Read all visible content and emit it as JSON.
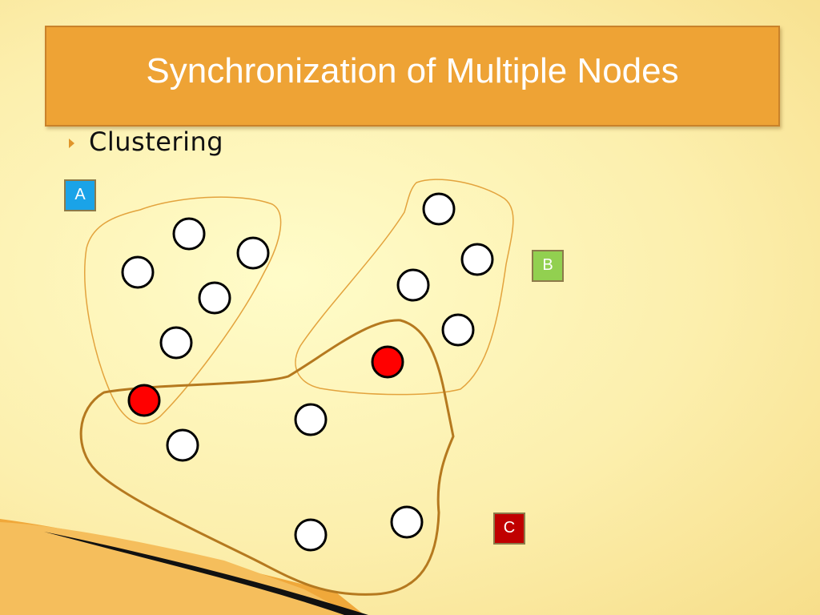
{
  "title": "Synchronization of Multiple Nodes",
  "bullet": "Clustering",
  "labels": {
    "a": {
      "text": "A",
      "color": "#1aa3e8"
    },
    "b": {
      "text": "B",
      "color": "#92d050"
    },
    "c": {
      "text": "C",
      "color": "#c00000"
    }
  },
  "colors": {
    "title_bar": "#eea335",
    "cluster_outline_light": "#e3a33d",
    "cluster_outline_dark": "#b5791f",
    "node_fill": "#ffffff",
    "highlighted_node_fill": "#ff0000"
  }
}
